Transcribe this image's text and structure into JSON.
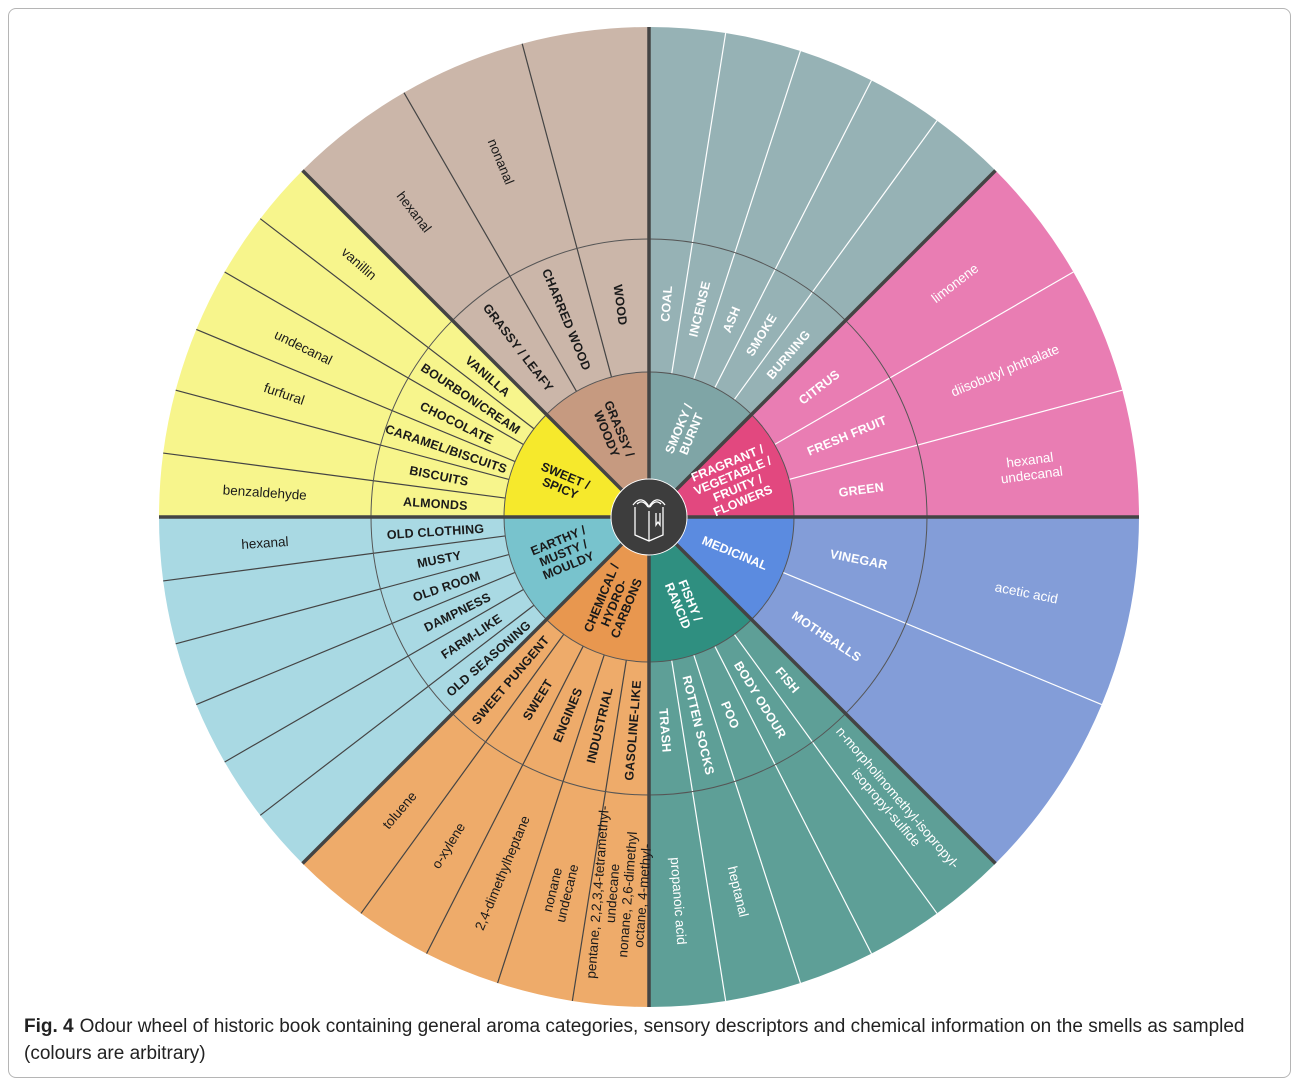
{
  "figure": {
    "caption_label": "Fig. 4",
    "caption_text": "Odour wheel of historic book containing general aroma categories, sensory descriptors and chemical information on the smells as sampled (colours are arbitrary)",
    "center_icon": "open-book-icon"
  },
  "categories": [
    {
      "label": "SMOKY /\nBURNT",
      "inner": "#7fa5a6",
      "outer": "#96b2b5",
      "text": "#ffffff",
      "line": "#ffffff",
      "descriptors": [
        "COAL",
        "INCENSE",
        "ASH",
        "SMOKE",
        "BURNING"
      ],
      "chemicals": [
        "",
        "",
        "",
        "",
        ""
      ]
    },
    {
      "label": "FRAGRANT /\nVEGETABLE /\nFRUITY /\nFLOWERS",
      "inner": "#e2487f",
      "outer": "#e97db3",
      "text": "#ffffff",
      "line": "#ffffff",
      "descriptors": [
        "CITRUS",
        "FRESH FRUIT",
        "GREEN"
      ],
      "chemicals": [
        "limonene",
        "diisobutyl phthalate",
        "hexanal\nundecanal"
      ]
    },
    {
      "label": "MEDICINAL",
      "inner": "#5b8be0",
      "outer": "#839dd8",
      "text": "#ffffff",
      "line": "#ffffff",
      "descriptors": [
        "VINEGAR",
        "MOTHBALLS"
      ],
      "chemicals": [
        "acetic acid",
        ""
      ]
    },
    {
      "label": "FISHY /\nRANCID",
      "inner": "#2f8f80",
      "outer": "#5e9f97",
      "text": "#ffffff",
      "line": "#ffffff",
      "descriptors": [
        "FISH",
        "BODY ODOUR",
        "POO",
        "ROTTEN SOCKS",
        "TRASH"
      ],
      "chemicals": [
        "n-morpholinomethyl-isopropyl-\nisopropyl-sulfide",
        "",
        "",
        "heptanal",
        "propanoic acid"
      ]
    },
    {
      "label": "CHEMICAL /\nHYDRO-\nCARBONS",
      "inner": "#e8974f",
      "outer": "#eeab6a",
      "text": "#1a1a1a",
      "line": "#444444",
      "descriptors": [
        "GASOLINE-LIKE",
        "INDUSTRIAL",
        "ENGINES",
        "SWEET",
        "SWEET PUNGENT"
      ],
      "chemicals": [
        "pentane, 2,2,3,4-tetramethyl-\nundecane\nnonane, 2,6-dimethyl\noctane, 4-methyl-",
        "nonane\nundecane",
        "2,4-dimethylheptane",
        "o-xylene",
        "toluene"
      ]
    },
    {
      "label": "EARTHY /\nMUSTY /\nMOULDY",
      "inner": "#78c3cd",
      "outer": "#a9d9e3",
      "text": "#1a1a1a",
      "line": "#444444",
      "descriptors": [
        "OLD SEASONING",
        "FARM-LIKE",
        "DAMPNESS",
        "OLD ROOM",
        "MUSTY",
        "OLD CLOTHING"
      ],
      "chemicals": [
        "",
        "",
        "",
        "",
        "",
        "hexanal"
      ]
    },
    {
      "label": "SWEET /\nSPICY",
      "inner": "#f6e92c",
      "outer": "#f7f58c",
      "text": "#1a1a1a",
      "line": "#444444",
      "descriptors": [
        "ALMONDS",
        "BISCUITS",
        "CARAMEL/BISCUITS",
        "CHOCOLATE",
        "BOURBON/CREAM",
        "VANILLA"
      ],
      "chemicals": [
        "benzaldehyde",
        "",
        "furfural",
        "undecanal",
        "",
        "vanillin"
      ]
    },
    {
      "label": "GRASSY /\nWOODY",
      "inner": "#c69a80",
      "outer": "#cbb6a9",
      "text": "#1a1a1a",
      "line": "#444444",
      "descriptors": [
        "GRASSY / LEAFY",
        "CHARRED WOOD",
        "WOOD"
      ],
      "chemicals": [
        "hexanal",
        "nonanal",
        ""
      ]
    }
  ],
  "colors": {
    "divider": "#444444",
    "hub": "#3d3d3d"
  }
}
